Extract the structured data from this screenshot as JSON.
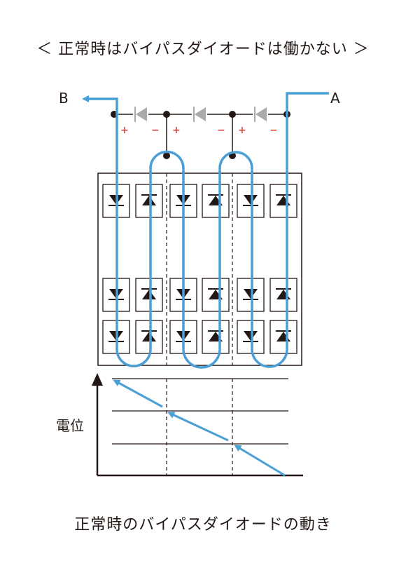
{
  "title": "＜ 正常時はバイパスダイオードは働かない ＞",
  "caption": "正常時のバイパスダイオードの動き",
  "terminals": {
    "left": "B",
    "right": "A"
  },
  "polarity": {
    "plus": "+",
    "minus": "−"
  },
  "graph": {
    "ylabel": "電位"
  },
  "colors": {
    "current": "#4a9fd5",
    "line": "#231815",
    "bypass_diode": "#aaaaaa",
    "polarity": "#e0443b"
  }
}
